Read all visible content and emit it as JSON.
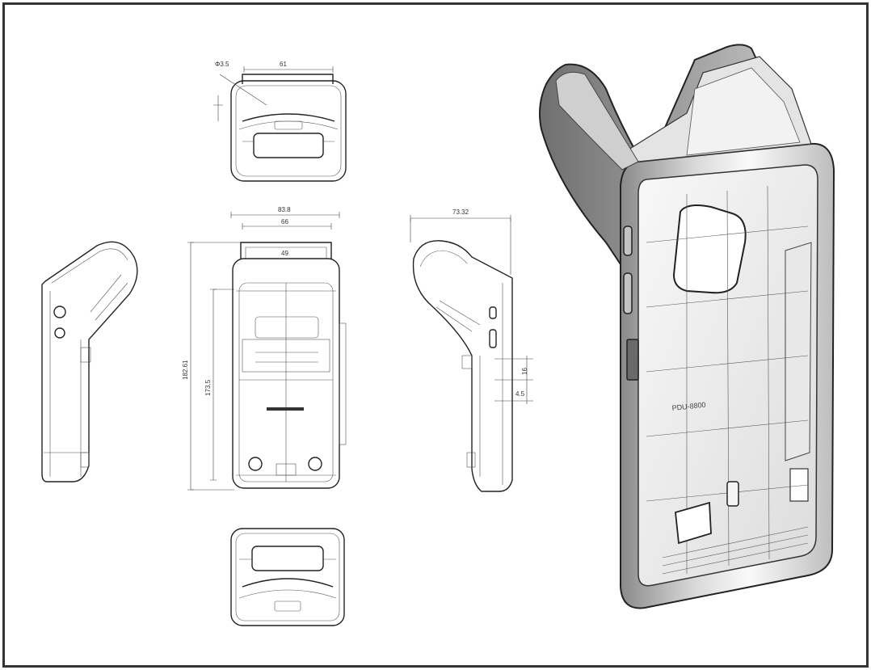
{
  "drawing": {
    "top_view": {
      "dims": [
        "Φ3.5",
        "61"
      ]
    },
    "front_view": {
      "dims": [
        "83.8",
        "66",
        "49",
        "182.61",
        "173.5"
      ]
    },
    "right_view": {
      "dims": [
        "73.32",
        "16",
        "4.5"
      ]
    },
    "render_3d": {
      "engraving": "PDU-8800"
    }
  },
  "colors": {
    "border": "#333333",
    "line": "#222222",
    "shade": "#9a9a9a",
    "highlight": "#f4f4f4"
  }
}
